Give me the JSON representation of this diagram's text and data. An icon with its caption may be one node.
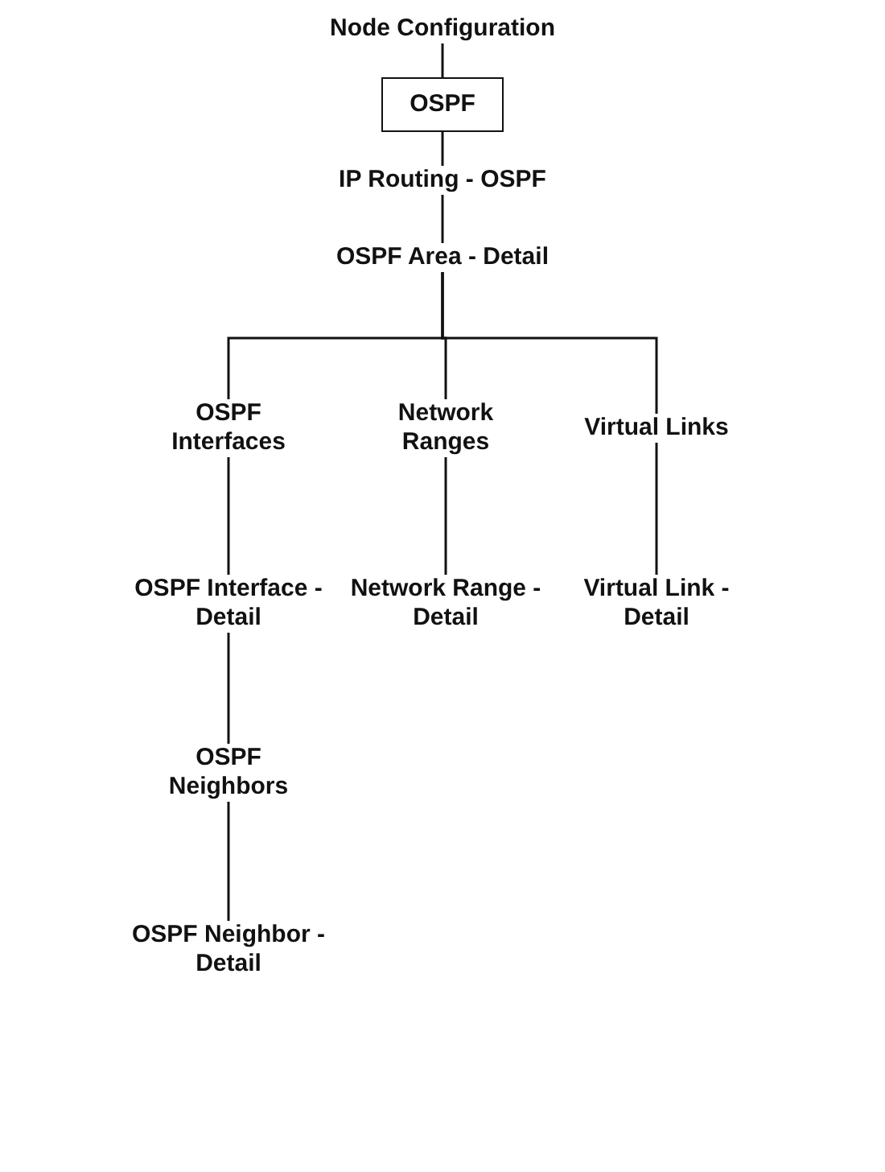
{
  "diagram": {
    "nodes": [
      {
        "text": [
          "Node Configuration"
        ]
      },
      {
        "text": [
          "OSPF"
        ]
      },
      {
        "text": [
          "IP Routing - OSPF"
        ]
      },
      {
        "text": [
          "OSPF Area - Detail"
        ]
      },
      {
        "text": [
          "OSPF Interfaces"
        ]
      },
      {
        "text": [
          "Network Ranges"
        ]
      },
      {
        "text": [
          "Virtual Links"
        ]
      },
      {
        "text": [
          "OSPF Interface - Detail"
        ]
      },
      {
        "text": [
          "Network Range - Detail"
        ]
      },
      {
        "text": [
          "Virtual Link - Detail"
        ]
      },
      {
        "text": [
          "OSPF Neighbors"
        ]
      },
      {
        "text": [
          "OSPF Neighbor - Detail"
        ]
      }
    ],
    "edges": [
      {
        "from": 0,
        "to": 1,
        "arrow": "none"
      },
      {
        "from": 1,
        "to": 2,
        "arrow": "none"
      },
      {
        "from": 2,
        "to": 3,
        "arrow": "none"
      },
      {
        "from": 3,
        "to": 4,
        "arrow": "none"
      },
      {
        "from": 3,
        "to": 5,
        "arrow": "none"
      },
      {
        "from": 3,
        "to": 6,
        "arrow": "none"
      },
      {
        "from": 4,
        "to": 7,
        "arrow": "none"
      },
      {
        "from": 5,
        "to": 8,
        "arrow": "none"
      },
      {
        "from": 6,
        "to": 9,
        "arrow": "none"
      },
      {
        "from": 7,
        "to": 10,
        "arrow": "none"
      },
      {
        "from": 10,
        "to": 11,
        "arrow": "none"
      }
    ]
  }
}
